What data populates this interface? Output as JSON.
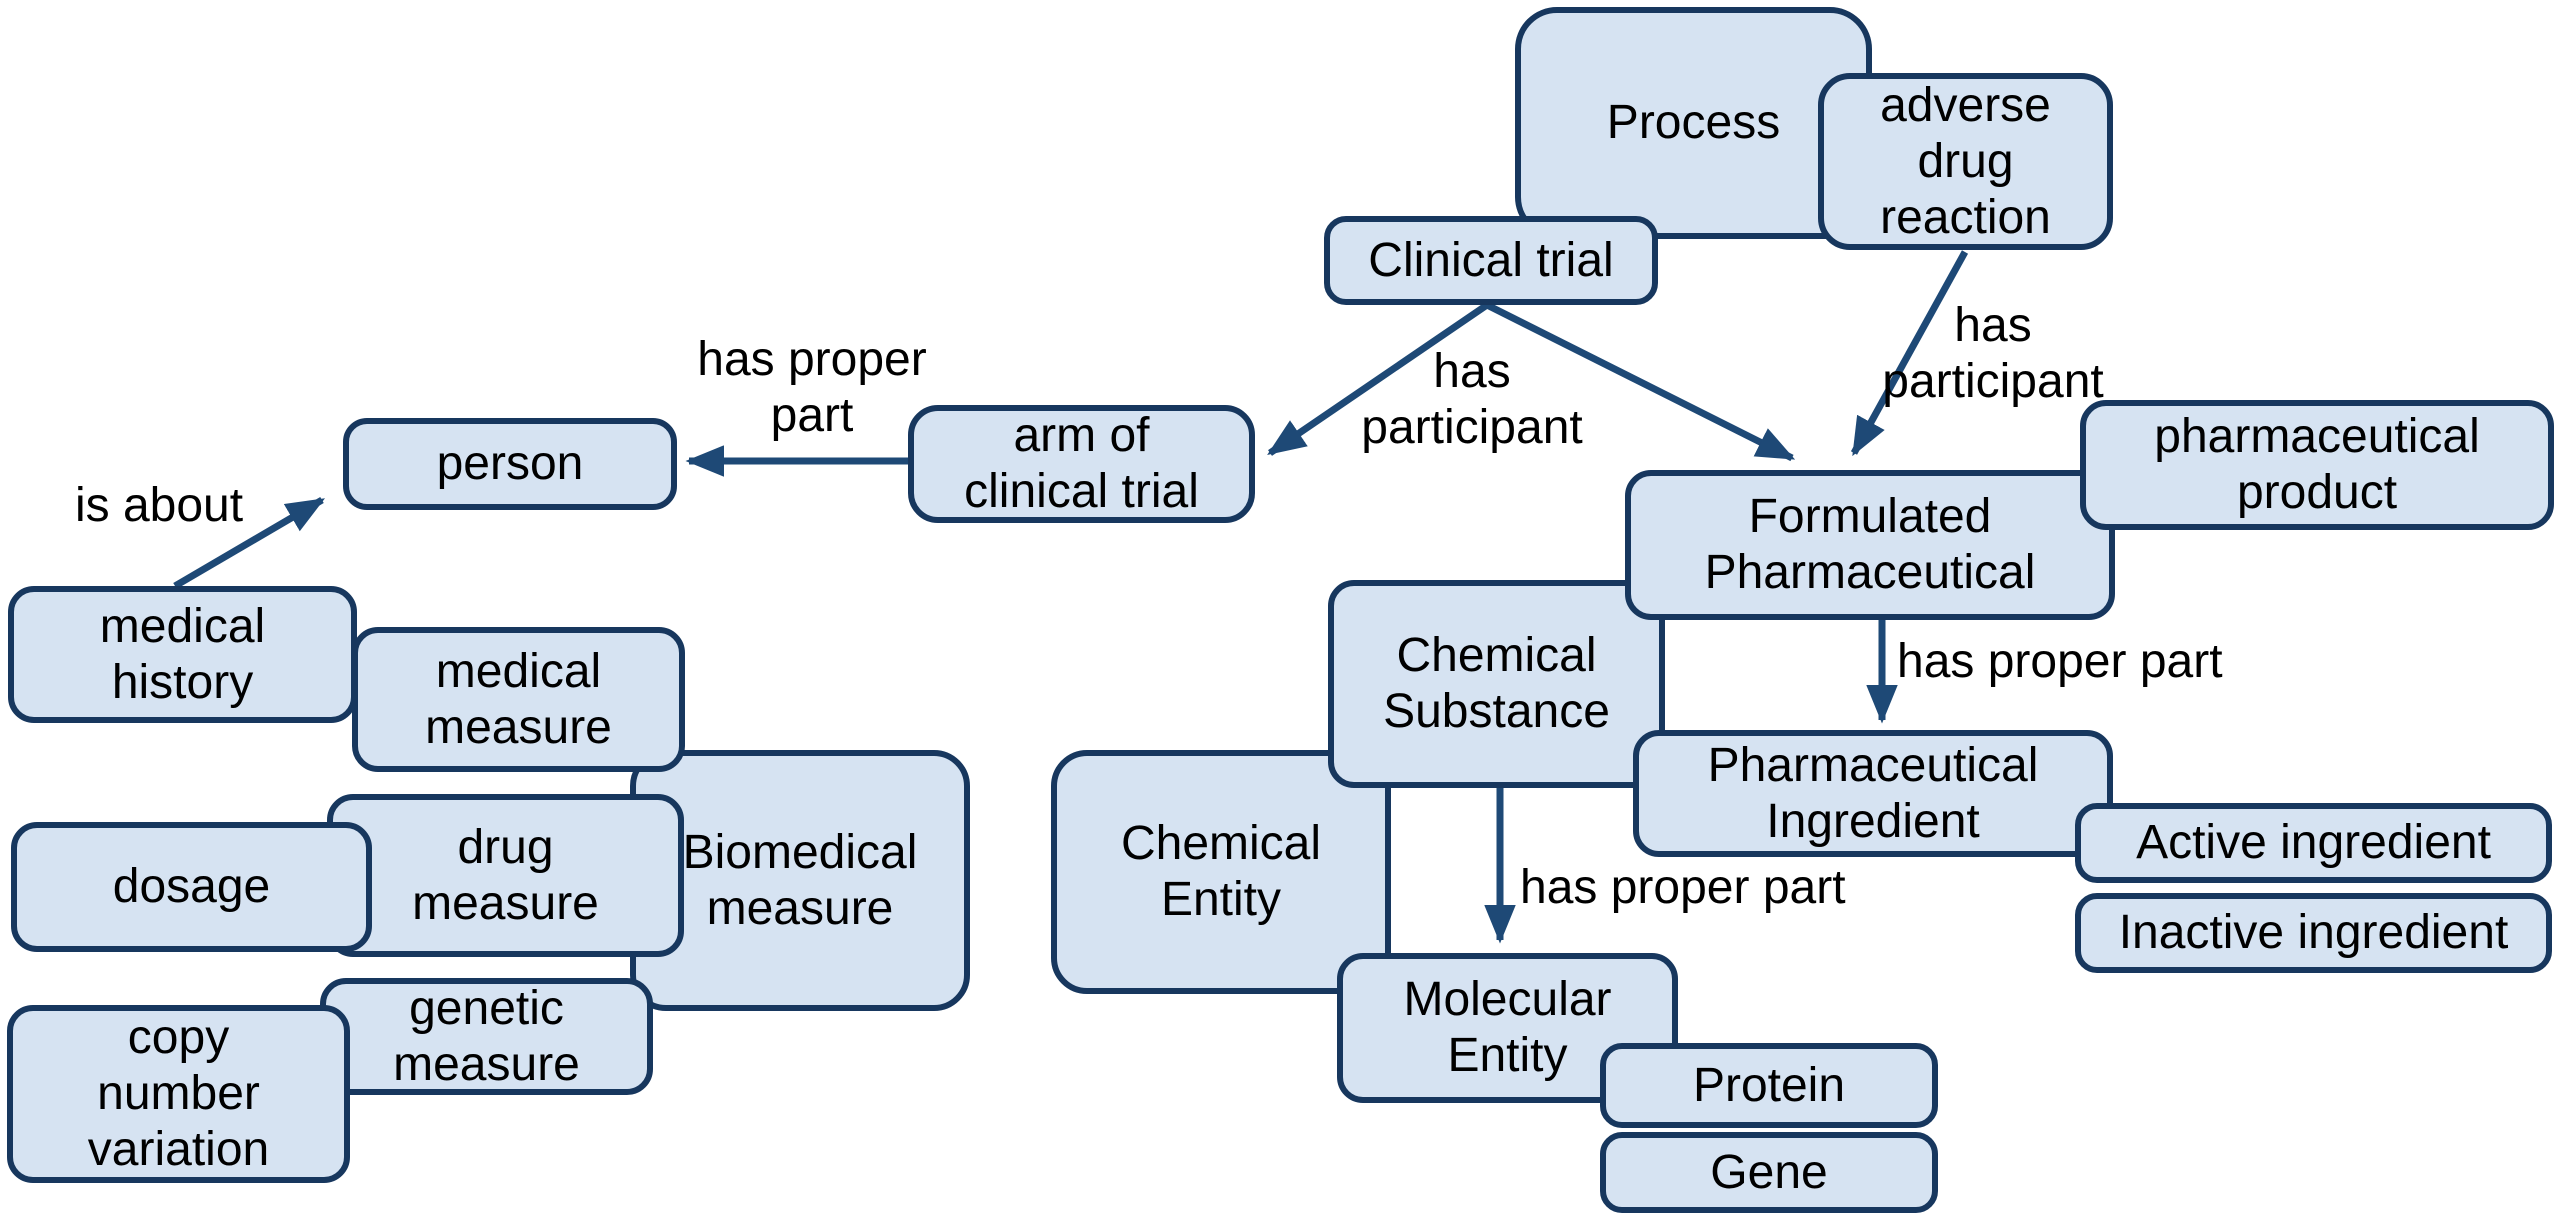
{
  "diagram": {
    "type": "concept-map",
    "topic": "clinical trial / pharmaceutical ontology",
    "colors": {
      "node_fill": "#d6e3f2",
      "node_border": "#17375e",
      "arrow": "#1e4976",
      "text": "#000000",
      "background": "#ffffff"
    },
    "nodes": {
      "process": {
        "label": "Process"
      },
      "adverse_drug_reaction": {
        "label": "adverse\ndrug\nreaction"
      },
      "clinical_trial": {
        "label": "Clinical trial"
      },
      "arm_of_clinical_trial": {
        "label": "arm of\nclinical trial"
      },
      "person": {
        "label": "person"
      },
      "medical_history": {
        "label": "medical\nhistory"
      },
      "medical_measure": {
        "label": "medical\nmeasure"
      },
      "dosage": {
        "label": "dosage"
      },
      "drug_measure": {
        "label": "drug\nmeasure"
      },
      "biomedical_measure": {
        "label": "Biomedical\nmeasure"
      },
      "genetic_measure": {
        "label": "genetic\nmeasure"
      },
      "copy_number_variation": {
        "label": "copy\nnumber\nvariation"
      },
      "chemical_substance": {
        "label": "Chemical\nSubstance"
      },
      "chemical_entity": {
        "label": "Chemical\nEntity"
      },
      "molecular_entity": {
        "label": "Molecular\nEntity"
      },
      "protein": {
        "label": "Protein"
      },
      "gene": {
        "label": "Gene"
      },
      "formulated_pharmaceutical": {
        "label": "Formulated\nPharmaceutical"
      },
      "pharmaceutical_product": {
        "label": "pharmaceutical\nproduct"
      },
      "pharmaceutical_ingredient": {
        "label": "Pharmaceutical\nIngredient"
      },
      "active_ingredient": {
        "label": "Active ingredient"
      },
      "inactive_ingredient": {
        "label": "Inactive ingredient"
      }
    },
    "edge_labels": {
      "has_proper_part_person": "has proper\npart",
      "is_about": "is about",
      "has_participant_left": "has\nparticipant",
      "has_participant_right": "has\nparticipant",
      "has_proper_part_ingredient": "has proper part",
      "has_proper_part_molecular": "has proper part"
    }
  }
}
